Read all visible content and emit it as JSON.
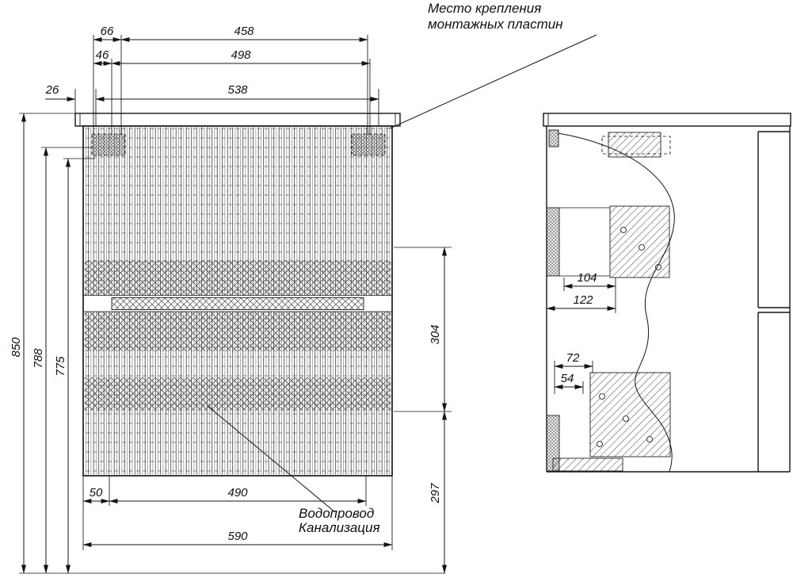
{
  "front": {
    "top": {
      "d66": "66",
      "d458": "458",
      "d46": "46",
      "d498": "498",
      "d26": "26",
      "d538": "538"
    },
    "left": {
      "d850": "850",
      "d788": "788",
      "d775": "775"
    },
    "right": {
      "d304": "304",
      "d297": "297"
    },
    "bottom": {
      "d50": "50",
      "d490": "490",
      "d590": "590"
    }
  },
  "side": {
    "d104": "104",
    "d122": "122",
    "d72": "72",
    "d54": "54"
  },
  "callouts": {
    "mounting": [
      "Место крепления",
      "монтажных пластин"
    ],
    "plumbing": [
      "Водопровод",
      "Канализация"
    ]
  },
  "colors": {
    "line": "#141414",
    "background": "#ffffff"
  }
}
